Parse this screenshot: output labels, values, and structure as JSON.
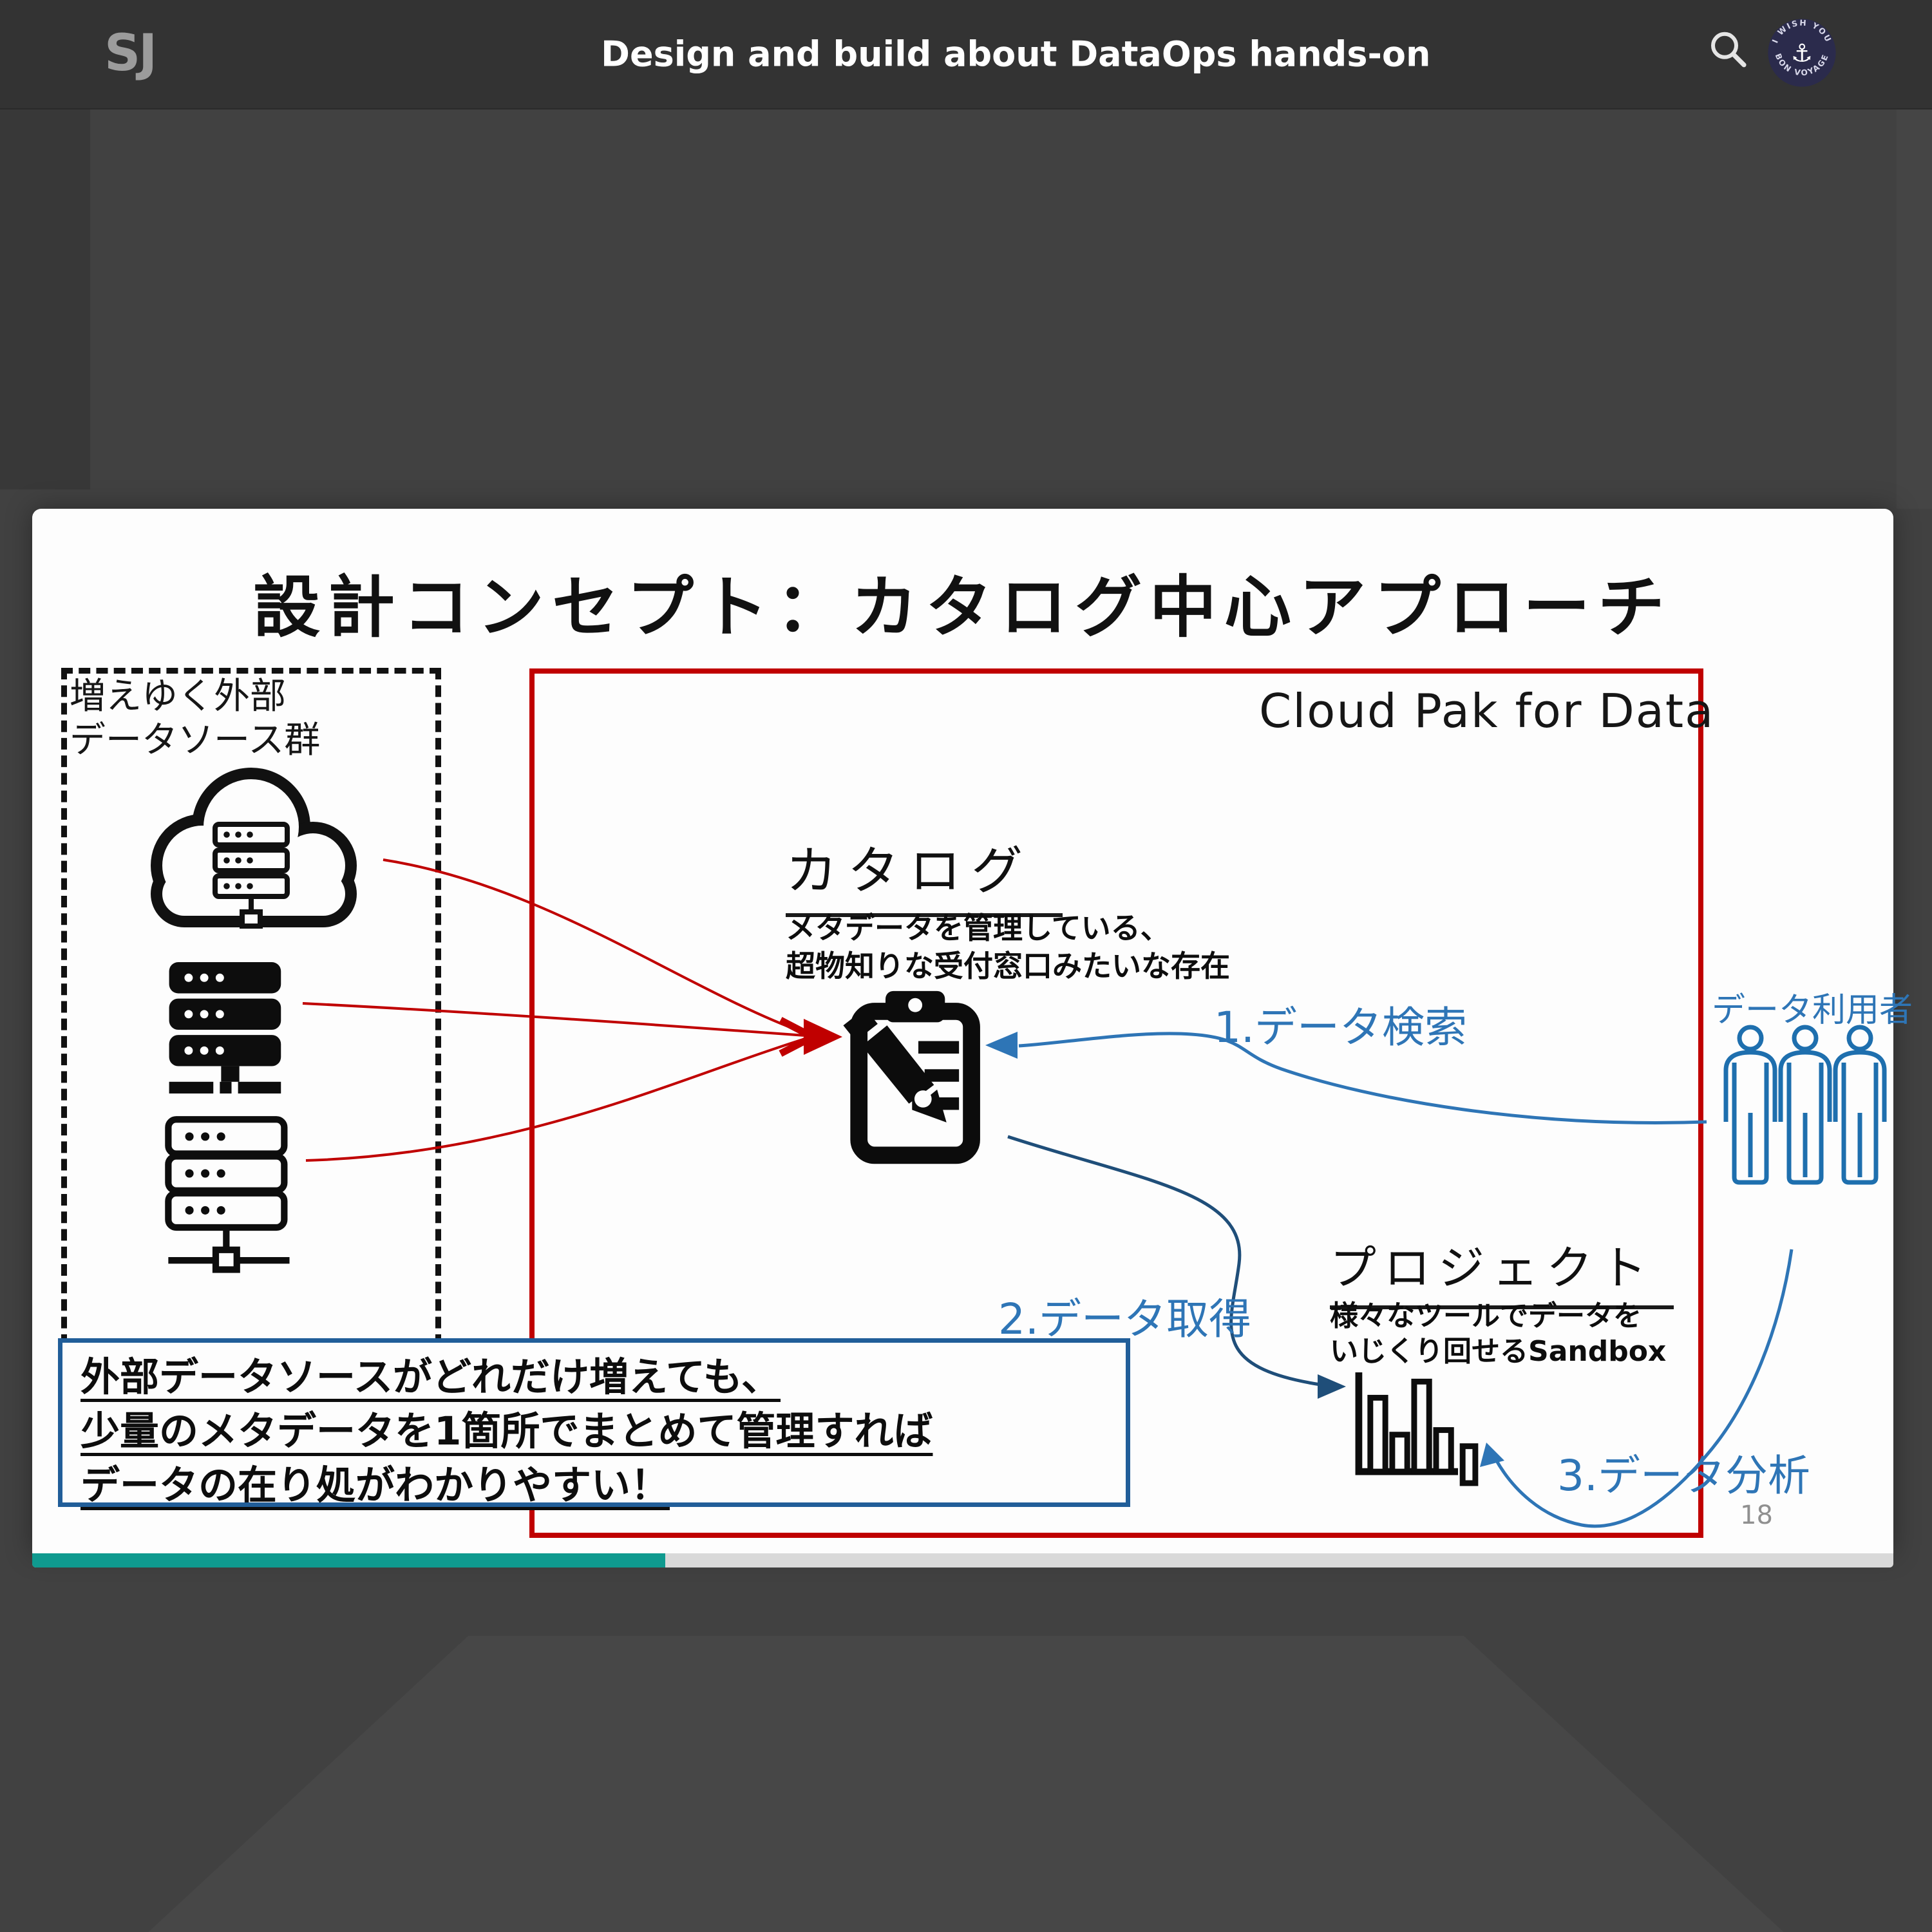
{
  "header": {
    "logo_text": "SJ",
    "title": "Design and build about DataOps hands-on"
  },
  "avatar": {
    "ring_top": "I WISH YOU",
    "ring_bottom": "BON VOYAGE",
    "anchor_glyph": "⚓"
  },
  "slide": {
    "title": "設計コンセプト：カタログ中心アプローチ",
    "page_number": "18",
    "progress_percent": 34,
    "sources_box": {
      "line1": "増えゆく外部",
      "line2": "データソース群"
    },
    "platform_label": "Cloud Pak for Data",
    "catalog": {
      "heading": "カタログ",
      "desc1": "メタデータを管理している、",
      "desc2": "超物知りな受付窓口みたいな存在"
    },
    "project": {
      "heading": "プロジェクト",
      "desc1": "様々なツールでデータを",
      "desc2": "いじくり回せるSandbox"
    },
    "users_label": "データ利用者",
    "flows": {
      "step1": "1.データ検索",
      "step2": "2.データ取得",
      "step3": "3.データ分析"
    },
    "summary_box": {
      "line1": "外部データソースがどれだけ増えても、",
      "line2": "少量のメタデータを1箇所でまとめて管理すれば",
      "line3": "データの在り処がわかりやすい！"
    }
  },
  "colors": {
    "accent_red": "#C00000",
    "accent_blue": "#2E75B6",
    "dark_blue": "#1F4E79",
    "summary_border_blue": "#215E99",
    "progress_green": "#0F9A8F",
    "progress_track": "#D9D9D9",
    "header_bg": "#333333",
    "page_bg": "#414141",
    "people_blue": "#1E6FAE"
  }
}
